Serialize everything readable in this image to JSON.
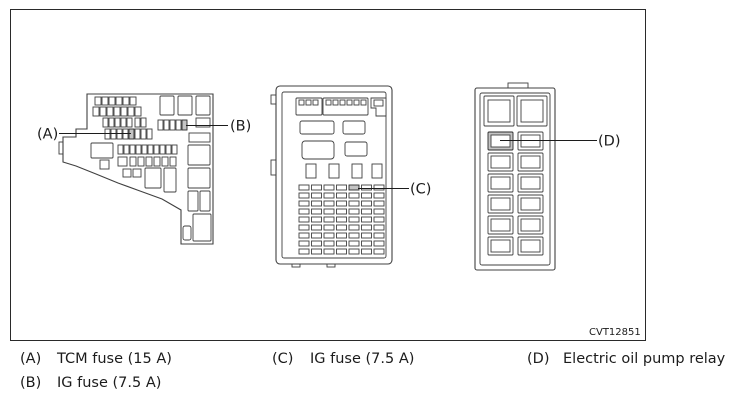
{
  "figure": {
    "code": "CVT12851",
    "callouts": {
      "a": "(A)",
      "b": "(B)",
      "c": "(C)",
      "d": "(D)"
    }
  },
  "legend": {
    "a": {
      "key": "(A)",
      "text": "TCM fuse (15 A)"
    },
    "b": {
      "key": "(B)",
      "text": "IG fuse (7.5 A)"
    },
    "c": {
      "key": "(C)",
      "text": "IG fuse (7.5 A)"
    },
    "d": {
      "key": "(D)",
      "text": "Electric oil pump relay"
    }
  },
  "colors": {
    "line": "#404040",
    "text": "#1c1c1c",
    "highlight": "#c4c4c4"
  }
}
